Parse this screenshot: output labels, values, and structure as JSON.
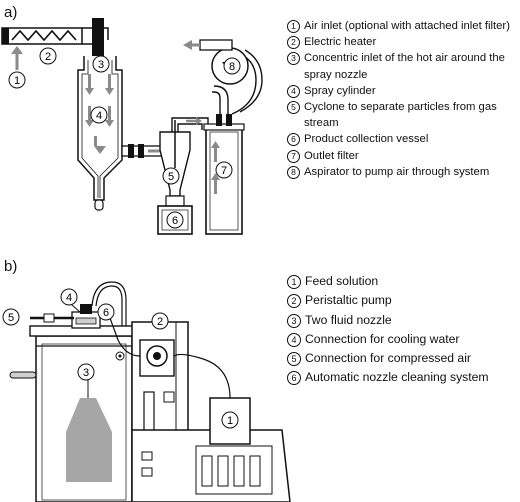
{
  "panel_a": {
    "tag": "a)",
    "legend": [
      {
        "n": "1",
        "text": "Air inlet (optional with attached inlet filter)"
      },
      {
        "n": "2",
        "text": "Electric heater"
      },
      {
        "n": "3",
        "text": "Concentric inlet of the hot air around the spray nozzle"
      },
      {
        "n": "4",
        "text": "Spray cylinder"
      },
      {
        "n": "5",
        "text": "Cyclone to separate particles from gas stream"
      },
      {
        "n": "6",
        "text": "Product collection vessel"
      },
      {
        "n": "7",
        "text": "Outlet filter"
      },
      {
        "n": "8",
        "text": "Aspirator to pump air through system"
      }
    ],
    "callouts": [
      "1",
      "2",
      "3",
      "4",
      "5",
      "6",
      "7",
      "8"
    ]
  },
  "panel_b": {
    "tag": "b)",
    "legend": [
      {
        "n": "1",
        "text": "Feed solution"
      },
      {
        "n": "2",
        "text": "Peristaltic pump"
      },
      {
        "n": "3",
        "text": "Two fluid nozzle"
      },
      {
        "n": "4",
        "text": "Connection for cooling water"
      },
      {
        "n": "5",
        "text": "Connection for compressed air"
      },
      {
        "n": "6",
        "text": "Automatic nozzle cleaning system"
      }
    ],
    "callouts": [
      "1",
      "2",
      "3",
      "4",
      "5",
      "6"
    ]
  },
  "colors": {
    "line": "#111111",
    "gray": "#8a8a8a",
    "light": "#cfcfcf",
    "spray": "#a6a6a6"
  }
}
